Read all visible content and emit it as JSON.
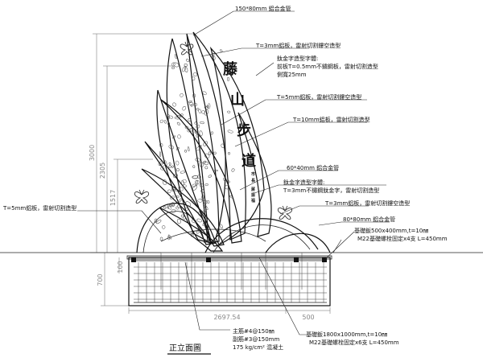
{
  "sign": {
    "big_chars": [
      "藤",
      "山",
      "步",
      "道"
    ],
    "small_chars": [
      "市",
      "長",
      "蔣",
      "振",
      "福"
    ]
  },
  "callouts": {
    "c1": "150*80mm 鋁合金管",
    "c2": "T=3mm鋁板，雷射切割鏤空造型",
    "c3a": "鈦金字造型字體:",
    "c3b": "前板T=0.5mm不鏽鋼板，雷射切割造型",
    "c3c": "側寬25mm",
    "c4": "T=5mm鋁板，雷射切割鏤空造型",
    "c5": "T=10mm鋁板，雷射切割造型",
    "c6": "60*40mm 鋁合金管",
    "c7a": "鈦金字造型字體:",
    "c7b": "T=3mm不鏽鋼鈦金字，雷射切割造型",
    "c8": "T=3mm鋁板，雷射切割鏤空造型",
    "c9": "T=5mm鋁板，雷射切割造型",
    "c10": "80*80mm 鋁合金管",
    "c11a": "基礎鈑500x400mm,t=10㎜",
    "c11b": "M22基礎螺栓固定x4支  L=450mm",
    "c12a": "主筋#4@150㎜",
    "c12b": "副筋#3@150mm",
    "c12c": "175 kg/cm² 混凝土",
    "c13a": "基礎鈑1800x1000mm,t=10㎜",
    "c13b": "M22基礎螺栓固定x6支  L=450mm"
  },
  "dimensions": {
    "d3000": "3000",
    "d2305": "2305",
    "d1517": "1517",
    "d700": "700",
    "d100": "100",
    "d2697": "2697.54",
    "d500": "500"
  },
  "drawing_title": "正立面圖"
}
